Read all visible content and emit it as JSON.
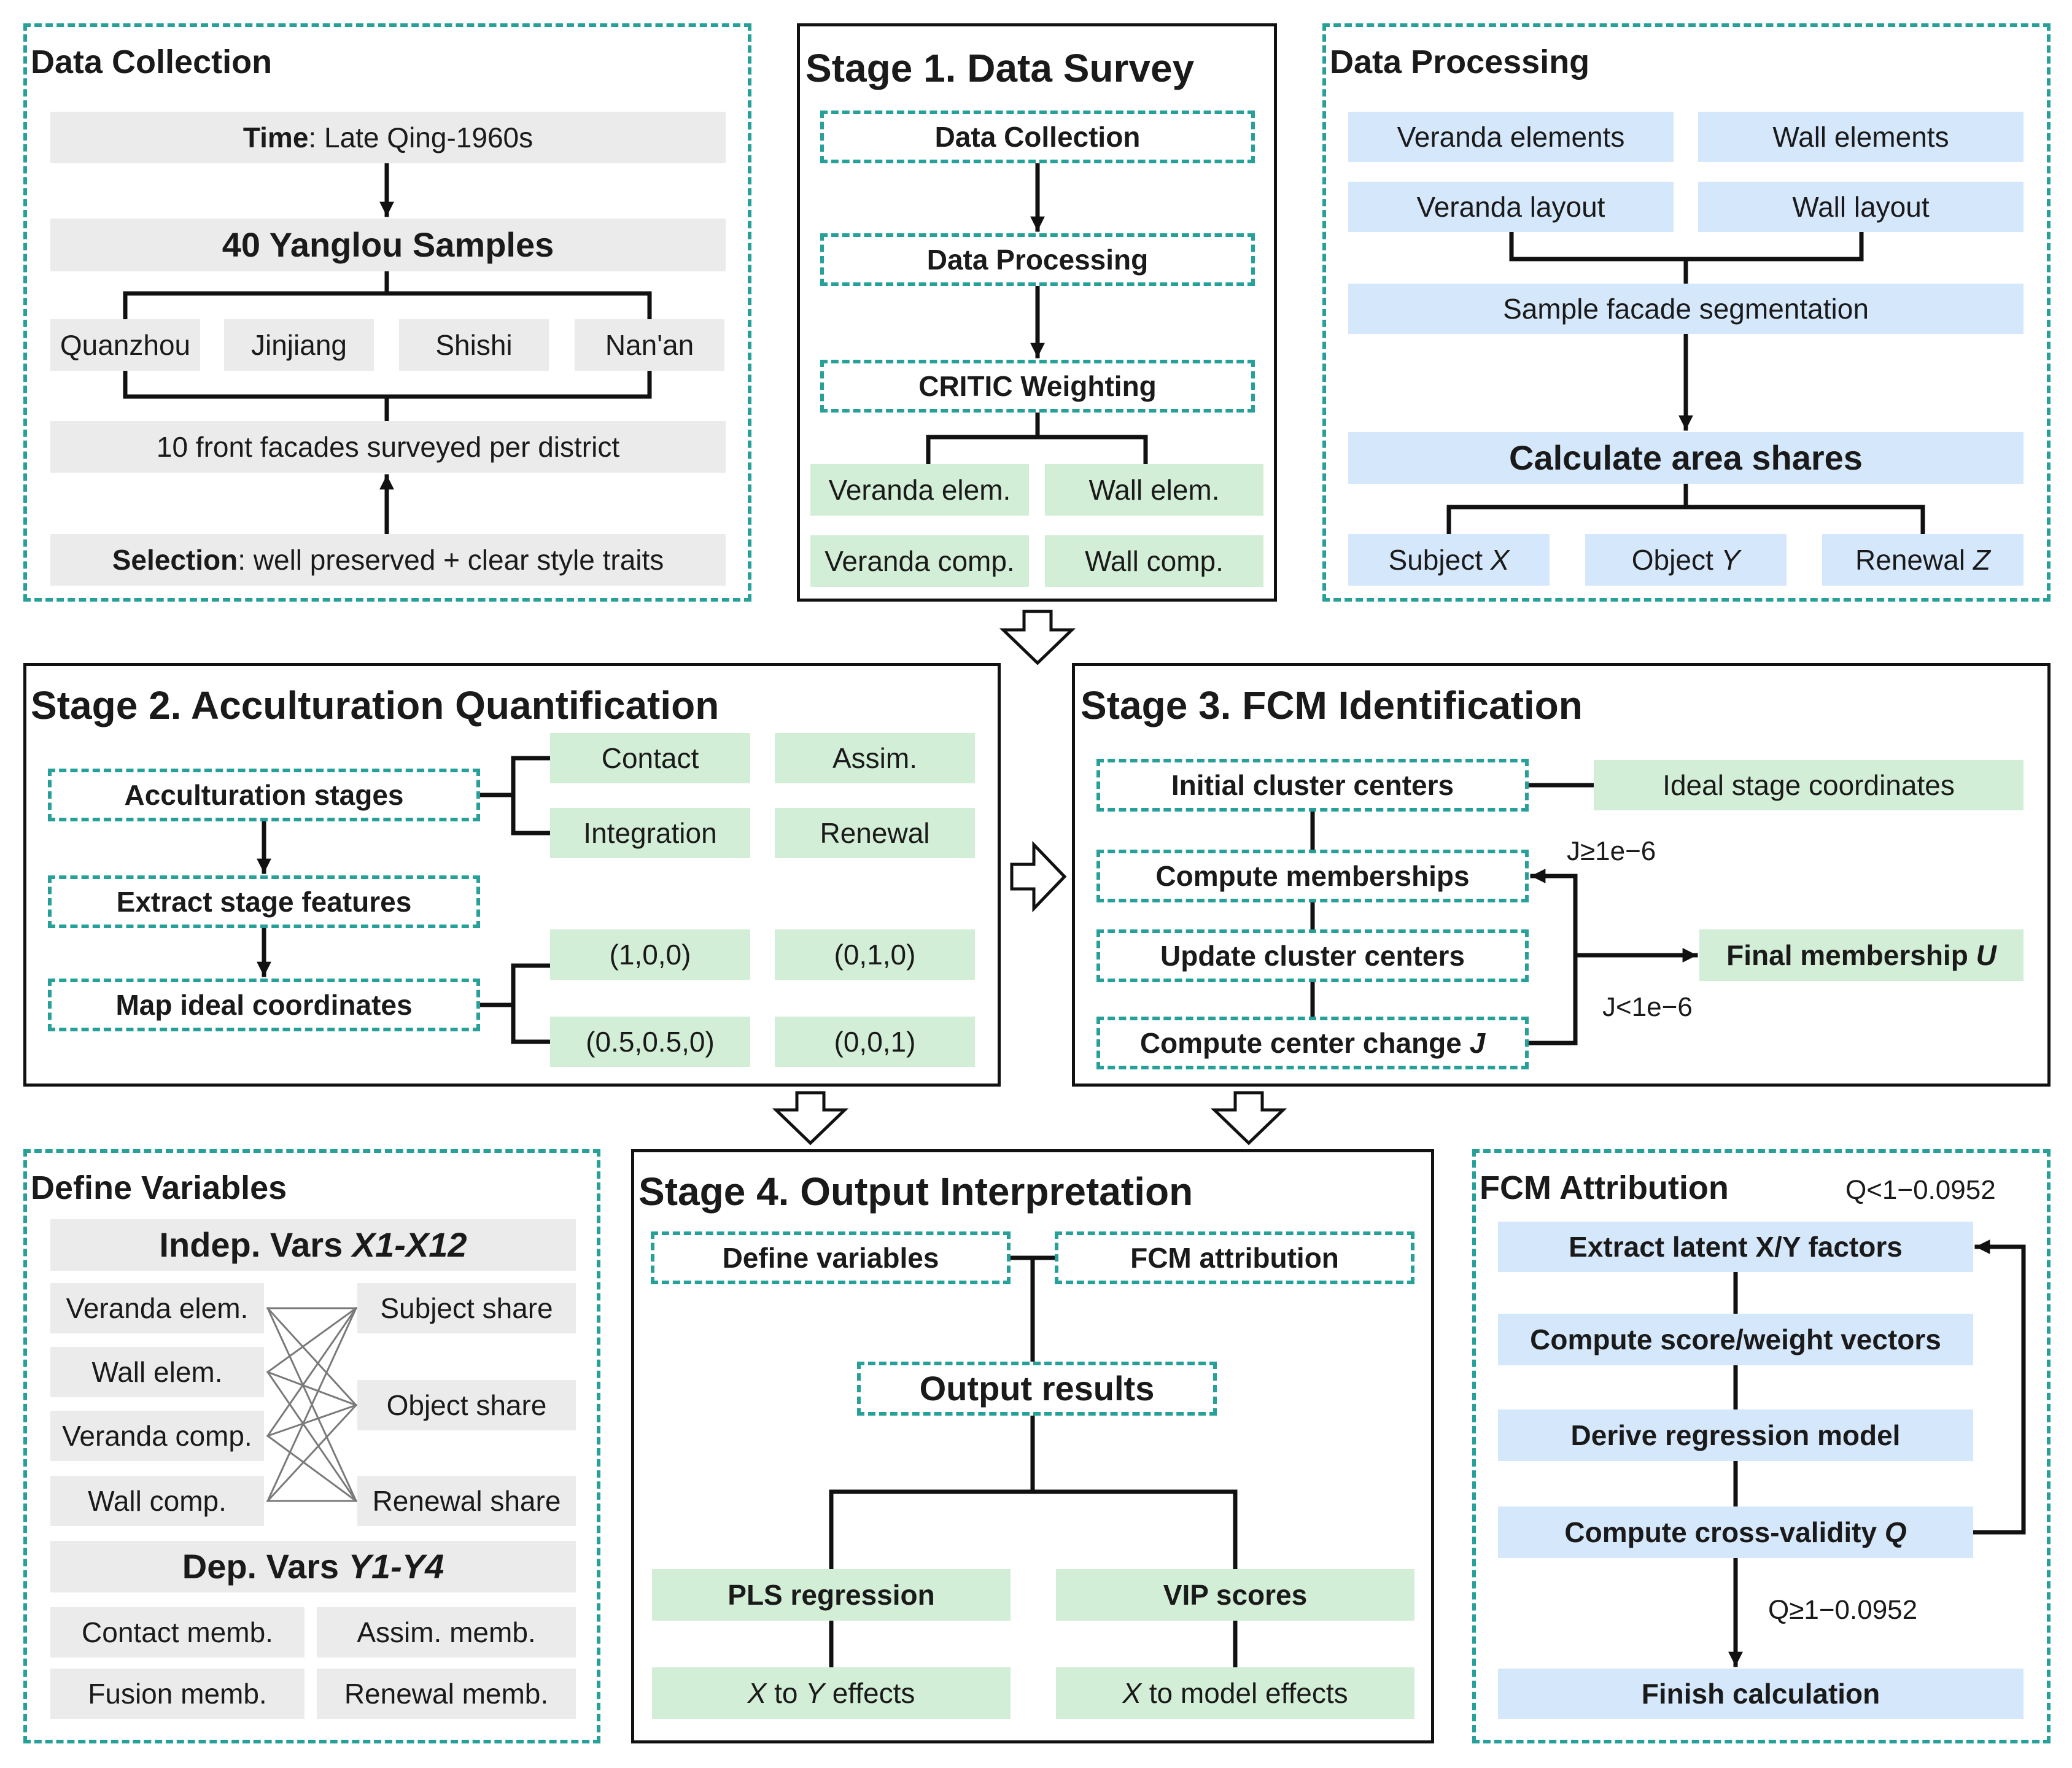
{
  "panels": {
    "data_collection": {
      "title": "Data Collection",
      "time_label": "Time",
      "time_value": ": Late Qing-1960s",
      "samples": "40 Yanglou Samples",
      "districts": [
        "Quanzhou",
        "Jinjiang",
        "Shishi",
        "Nan'an"
      ],
      "facades": "10 front facades surveyed per district",
      "selection_label": "Selection",
      "selection_value": ": well preserved + clear style traits"
    },
    "stage1": {
      "title": "Stage 1. Data Survey",
      "steps": [
        "Data Collection",
        "Data Processing",
        "CRITIC Weighting"
      ],
      "outputs": [
        "Veranda elem.",
        "Wall elem.",
        "Veranda comp.",
        "Wall comp."
      ]
    },
    "data_processing": {
      "title": "Data Processing",
      "elements": [
        "Veranda elements",
        "Wall elements",
        "Veranda layout",
        "Wall layout"
      ],
      "segmentation": "Sample facade segmentation",
      "calculate": "Calculate area shares",
      "shares": [
        {
          "prefix": "Subject ",
          "var": "X"
        },
        {
          "prefix": "Object ",
          "var": "Y"
        },
        {
          "prefix": "Renewal ",
          "var": "Z"
        }
      ]
    },
    "stage2": {
      "title": "Stage 2. Acculturation Quantification",
      "steps": [
        "Acculturation stages",
        "Extract stage features",
        "Map ideal coordinates"
      ],
      "stages": [
        "Contact",
        "Assim.",
        "Integration",
        "Renewal"
      ],
      "coords": [
        "(1,0,0)",
        "(0,1,0)",
        "(0.5,0.5,0)",
        "(0,0,1)"
      ]
    },
    "stage3": {
      "title": "Stage 3. FCM Identification",
      "steps": [
        "Initial cluster centers",
        "Compute memberships",
        "Update cluster centers"
      ],
      "center_change": "Compute center change ",
      "center_change_var": "J",
      "ideal": "Ideal stage coordinates",
      "final": "Final membership ",
      "final_var": "U",
      "cond_loop": "J≥1e−6",
      "cond_exit": "J<1e−6"
    },
    "define_variables": {
      "title": "Define Variables",
      "indep_prefix": "Indep. Vars ",
      "indep_var": "X1-X12",
      "left": [
        "Veranda elem.",
        "Wall elem.",
        "Veranda comp.",
        "Wall comp."
      ],
      "right": [
        "Subject share",
        "Object share",
        "Renewal share"
      ],
      "dep_prefix": "Dep. Vars ",
      "dep_var": "Y1-Y4",
      "dep": [
        "Contact memb.",
        "Assim. memb.",
        "Fusion memb.",
        "Renewal memb."
      ]
    },
    "stage4": {
      "title": "Stage 4. Output Interpretation",
      "define": "Define variables",
      "attribution": "FCM attribution",
      "output": "Output results",
      "pls": "PLS regression",
      "vip": "VIP scores",
      "effect1_var": "X",
      "effect1_mid": " to ",
      "effect1_var2": "Y",
      "effect1_suffix": " effects",
      "effect2_var": "X",
      "effect2_suffix": " to model effects"
    },
    "fcm_attribution": {
      "title": "FCM Attribution",
      "cond_loop": "Q<1−0.0952",
      "steps": [
        "Extract latent X/Y factors",
        "Compute score/weight vectors",
        "Derive regression model"
      ],
      "cross_prefix": "Compute cross-validity ",
      "cross_var": "Q",
      "cond_exit": "Q≥1−0.0952",
      "finish": "Finish calculation"
    }
  },
  "colors": {
    "frame_solid": "#111111",
    "frame_dashed": "#26a098",
    "gray_box": "#ebebeb",
    "blue_box": "#d5e7fb",
    "green_box": "#d3eed6"
  }
}
